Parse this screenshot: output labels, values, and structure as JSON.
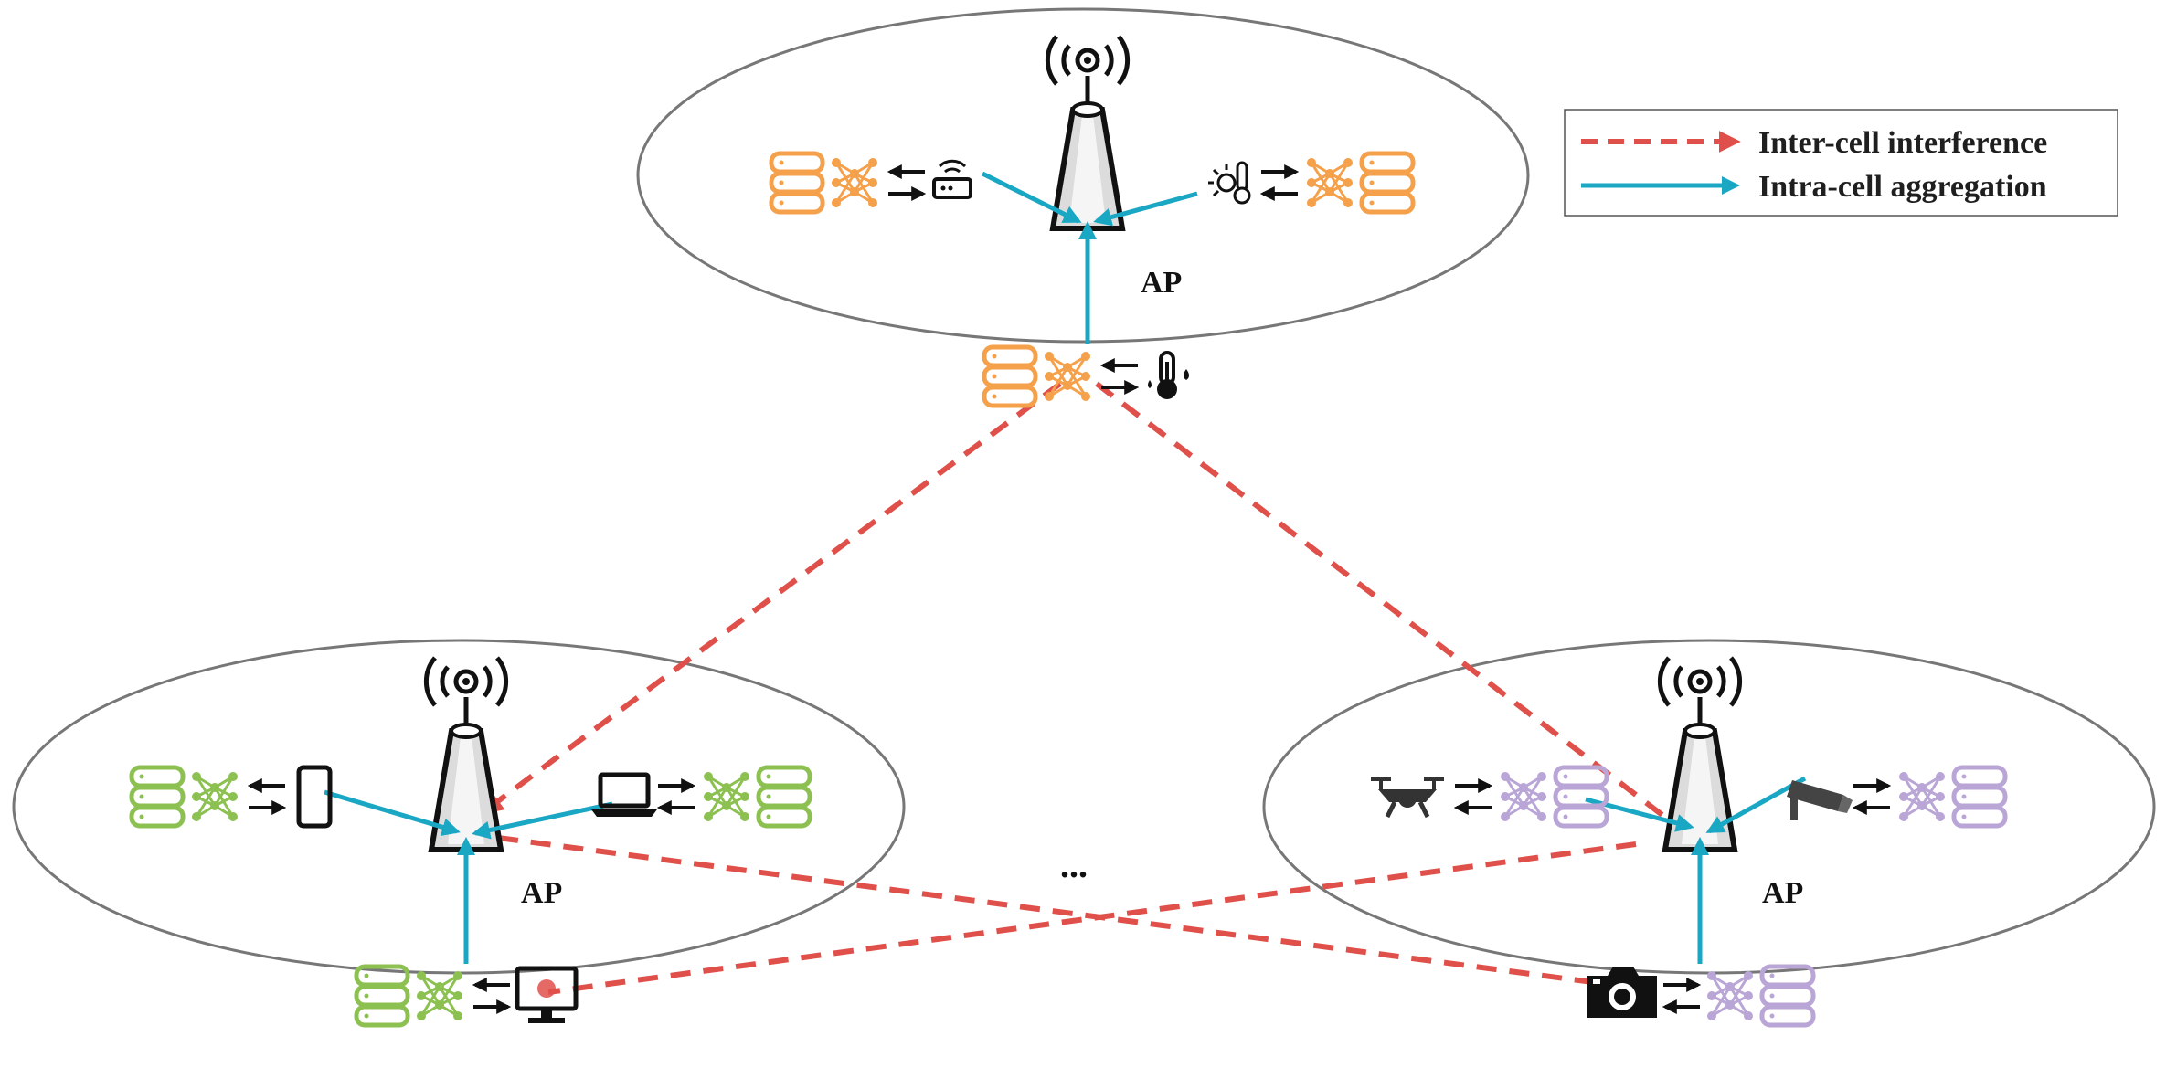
{
  "legend": {
    "interference_label": "Inter-cell interference",
    "aggregation_label": "Intra-cell aggregation"
  },
  "access_points": [
    {
      "id": "top",
      "label": "AP"
    },
    {
      "id": "left",
      "label": "AP"
    },
    {
      "id": "right",
      "label": "AP"
    }
  ],
  "ellipsis": "...",
  "colors": {
    "interference": "#e0504a",
    "aggregation": "#1aa7c4",
    "cell_top_devices": "#f5a04a",
    "cell_left_devices": "#8cc152",
    "cell_right_devices": "#b9a6d6",
    "cell_border": "#777777"
  },
  "cells": [
    {
      "name": "top",
      "device_icons": [
        "router-icon",
        "weather-sensor-icon",
        "thermometer-icon"
      ]
    },
    {
      "name": "left",
      "device_icons": [
        "smartphone-icon",
        "laptop-icon",
        "monitor-icon"
      ]
    },
    {
      "name": "right",
      "device_icons": [
        "drone-icon",
        "security-camera-icon",
        "camera-icon"
      ]
    }
  ]
}
